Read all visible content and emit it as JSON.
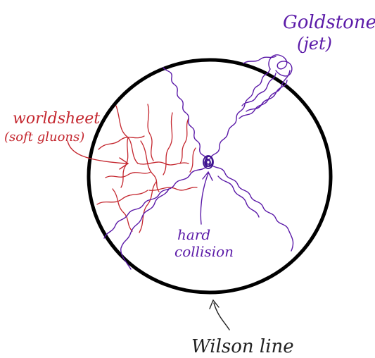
{
  "labels": {
    "goldstone_line1": "Goldstone",
    "goldstone_line2": "(jet)",
    "worldsheet_line1": "worldsheet",
    "worldsheet_line2": "(soft gluons)",
    "hard_line1": "hard",
    "hard_line2": "collision",
    "wilson": "Wilson line"
  },
  "colors": {
    "circle": "#000000",
    "purple": "#5b1aa8",
    "red": "#c4262e",
    "black_label": "#222222",
    "background": "#ffffff"
  }
}
